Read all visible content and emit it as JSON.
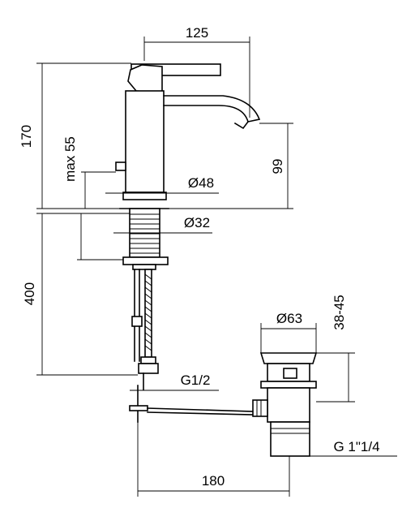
{
  "dimensions": {
    "top_width": "125",
    "total_height": "170",
    "max_height": "max 55",
    "spout_height": "99",
    "body_diameter": "Ø48",
    "thread_diameter": "Ø32",
    "hose_length": "400",
    "waste_diameter": "Ø63",
    "waste_range": "38-45",
    "connection_thread": "G1/2",
    "waste_thread": "G 1\"1/4",
    "bottom_width": "180"
  }
}
